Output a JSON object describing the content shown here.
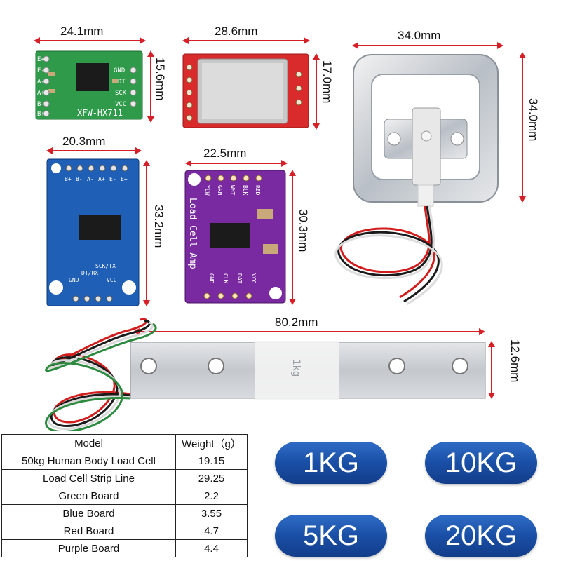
{
  "dimensions": {
    "green_width": "24.1mm",
    "green_height": "15.6mm",
    "red_width": "28.6mm",
    "red_height": "17.0mm",
    "body_width": "34.0mm",
    "body_height": "34.0mm",
    "blue_width": "20.3mm",
    "blue_height": "33.2mm",
    "purple_width": "22.5mm",
    "purple_height": "30.3mm",
    "strip_width": "80.2mm",
    "strip_height": "12.6mm"
  },
  "board_text": {
    "green_label": "XFW-HX711",
    "green_pins_left": [
      "E+",
      "E-",
      "A-",
      "A+",
      "B-",
      "B+"
    ],
    "green_pins_right": [
      "GND",
      "DT",
      "SCK",
      "VCC"
    ],
    "blue_pins_top": [
      "B+",
      "B-",
      "A-",
      "A+",
      "E-",
      "E+"
    ],
    "blue_pins_bottom": [
      "GND",
      "DT/RX",
      "SCK/TX",
      "VCC"
    ],
    "purple_title": "Load Cell Amp",
    "purple_pins_top": [
      "YLW",
      "GRN",
      "WHT",
      "BLK",
      "RED"
    ],
    "purple_pins_bottom": [
      "GND",
      "CLK",
      "DAT",
      "VCC"
    ],
    "strip_label": "1kg"
  },
  "table": {
    "headers": [
      "Model",
      "Weight（g）"
    ],
    "rows": [
      [
        "50kg Human Body Load Cell",
        "19.15"
      ],
      [
        "Load Cell Strip Line",
        "29.25"
      ],
      [
        "Green Board",
        "2.2"
      ],
      [
        "Blue Board",
        "3.55"
      ],
      [
        "Red Board",
        "4.7"
      ],
      [
        "Purple Board",
        "4.4"
      ]
    ]
  },
  "capacities": [
    "1KG",
    "10KG",
    "5KG",
    "20KG"
  ],
  "colors": {
    "dimension_line": "#d61f26",
    "green_board": "#2e9a4a",
    "red_board": "#d92b2b",
    "blue_board": "#1f5fb5",
    "purple_board": "#7a2aa0",
    "pill": "#1a4fa6"
  }
}
